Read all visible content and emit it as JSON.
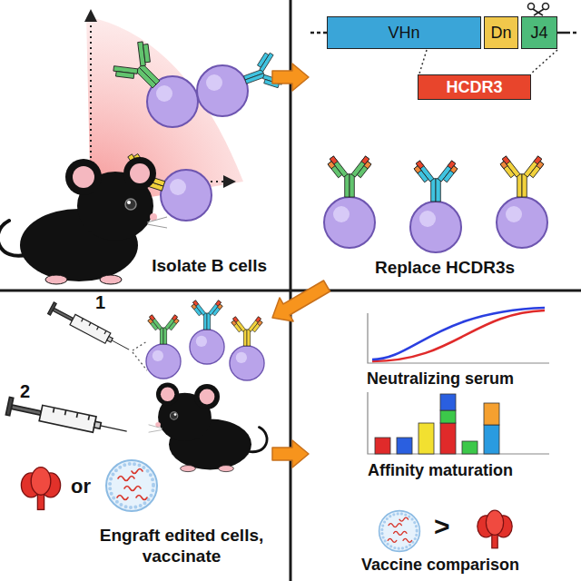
{
  "diagram": {
    "nodes": [
      {
        "text": [
          "Isolate B cells"
        ]
      },
      {
        "text": [
          "Replace HCDR3s"
        ]
      },
      {
        "text": [
          "VHn"
        ],
        "in": 1
      },
      {
        "text": [
          "Dn"
        ],
        "in": 1
      },
      {
        "text": [
          "J4"
        ],
        "in": 1
      },
      {
        "text": [
          "HCDR3"
        ],
        "in": 1
      },
      {
        "text": [
          "Engraft edited cells, vaccinate"
        ]
      },
      {
        "text": [
          "Neutralizing serum",
          "Affinity maturation",
          "Vaccine comparison"
        ]
      }
    ],
    "edges": [
      {
        "from": 0,
        "to": 1,
        "arrow": "to"
      },
      {
        "from": 1,
        "to": 6,
        "arrow": "to"
      },
      {
        "from": 6,
        "to": 7,
        "arrow": "to"
      }
    ],
    "labels": [
      "1",
      "2",
      "or",
      ">"
    ]
  }
}
